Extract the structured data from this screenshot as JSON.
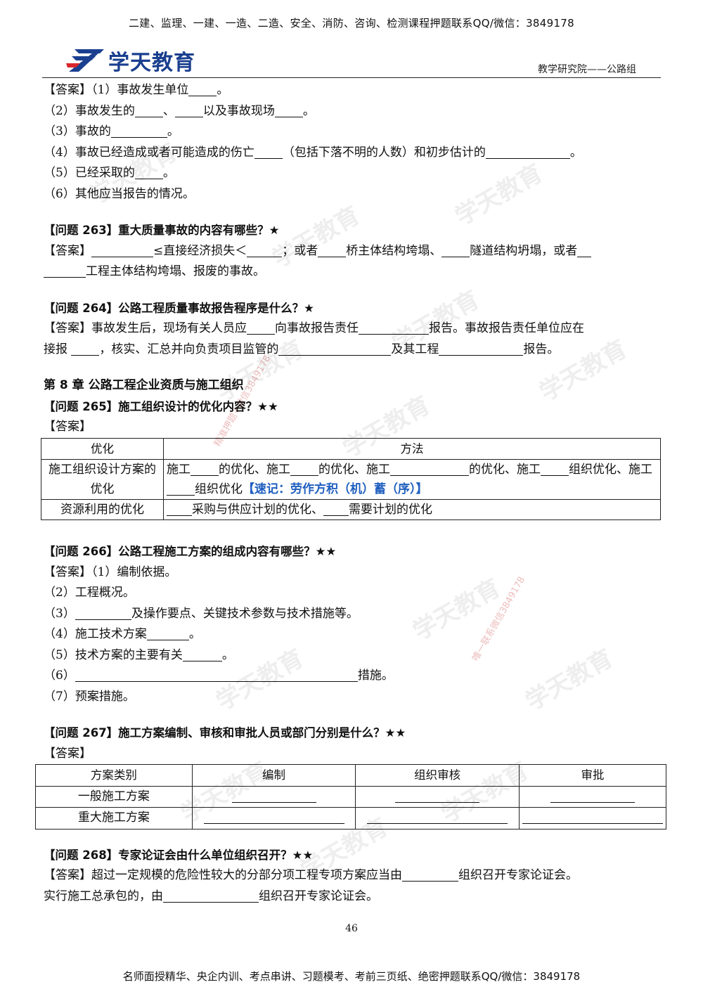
{
  "header": {
    "top_line": "二建、监理、一建、一造、二造、安全、消防、咨询、检测课程押题联系QQ/微信：3849178",
    "logo_text": "学天教育",
    "right_text": "教学研究院——公路组"
  },
  "block1": {
    "l1a": "【答案】（1）事故发生单位",
    "l1b": "。",
    "l2a": "（2）事故发生的",
    "l2b": "、",
    "l2c": "以及事故现场",
    "l2d": "。",
    "l3a": "（3）事故的",
    "l3b": "。",
    "l4a": "（4）事故已经造成或者可能造成的伤亡",
    "l4b": "（包括下落不明的人数）和初步估计的",
    "l4c": "。",
    "l5a": "（5）已经采取的",
    "l5b": "。",
    "l6": "（6）其他应当报告的情况。"
  },
  "q263": {
    "title": "【问题 263】重大质量事故的内容有哪些？★",
    "a1": "【答案】",
    "a2": "≤直接经济损失＜",
    "a3": "；或者",
    "a4": "桥主体结构垮塌、",
    "a5": "隧道结构坍塌，或者",
    "a6": "工程主体结构垮塌、报废的事故。"
  },
  "q264": {
    "title": "【问题 264】公路工程质量事故报告程序是什么？★",
    "a1": "【答案】事故发生后，现场有关人员应",
    "a2": "向事故报告责任",
    "a3": "报告。事故报告责任单位应在",
    "a4": "接报",
    "a5": "，核实、汇总并向负责项目监管的",
    "a6": "及其工程",
    "a7": "报告。"
  },
  "chapter": "第 8 章  公路工程企业资质与施工组织",
  "q265": {
    "title": "【问题 265】施工组织设计的优化内容？★★",
    "answer": "【答案】",
    "h1": "优化",
    "h2": "方法",
    "r1c1": "施工组织设计方案的优化",
    "r1a": "施工",
    "r1b": "的优化、施工",
    "r1c": "的优化、施工",
    "r1d": "的优化、施工",
    "r1e": "组织优化、施工",
    "r1f": "组织优化",
    "r1mnemonic": "【速记：劳作方积（机）蓄（序）】",
    "r2c1": "资源利用的优化",
    "r2a": "采购与供应计划的优化、",
    "r2b": "需要计划的优化"
  },
  "q266": {
    "title": "【问题 266】公路工程施工方案的组成内容有哪些？★★",
    "l1": "【答案】（1）编制依据。",
    "l2": "（2）工程概况。",
    "l3a": "（3）",
    "l3b": "及操作要点、关键技术参数与技术措施等。",
    "l4a": "（4）施工技术方案",
    "l4b": "。",
    "l5a": "（5）技术方案的主要有关",
    "l5b": "。",
    "l6a": "（6）",
    "l6b": "措施。",
    "l7": "（7）预案措施。"
  },
  "q267": {
    "title": "【问题 267】施工方案编制、审核和审批人员或部门分别是什么？★★",
    "answer": "【答案】",
    "headers": [
      "方案类别",
      "编制",
      "组织审核",
      "审批"
    ],
    "rows": [
      "一般施工方案",
      "重大施工方案"
    ]
  },
  "q268": {
    "title": "【问题 268】专家论证会由什么单位组织召开？★★",
    "a1": "【答案】超过一定规模的危险性较大的分部分项工程专项方案应当由",
    "a2": "组织召开专家论证会。",
    "a3": "实行施工总承包的，由",
    "a4": "组织召开专家论证会。"
  },
  "page_number": "46",
  "footer": "名师面授精华、央企内训、考点串讲、习题模考、考前三页纸、绝密押题联系QQ/微信：3849178",
  "watermark": "学天教育",
  "watermark_red1": "精准押题+微信3849178",
  "watermark_red2": "唯一联系微信3849178"
}
